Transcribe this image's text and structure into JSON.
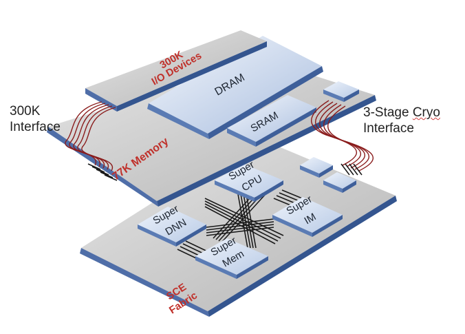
{
  "labels": {
    "io_devices_line1": "300K",
    "io_devices_line2": "I/O Devices",
    "dram": "DRAM",
    "sram": "SRAM",
    "memory_77k": "77K Memory",
    "interface_300k_line1": "300K",
    "interface_300k_line2": "Interface",
    "cryo_line1_prefix": "3-Stage ",
    "cryo_line1_word": "Cryo",
    "cryo_line2": "Interface",
    "super_cpu_line1": "Super",
    "super_cpu_line2": "CPU",
    "super_dnn_line1": "Super",
    "super_dnn_line2": "DNN",
    "super_im_line1": "Super",
    "super_im_line2": "IM",
    "super_mem_line1": "Super",
    "super_mem_line2": "Mem",
    "sce_line1": "SCE",
    "sce_line2": "Fabric"
  },
  "colors": {
    "layer_top": "#c9c9c9",
    "layer_edge": "#3e5f9a",
    "chip_fill": "#cfdcee",
    "wire_red": "#8a1c1c",
    "wire_dark": "#1a1a1a",
    "label_red": "#c0302a"
  }
}
